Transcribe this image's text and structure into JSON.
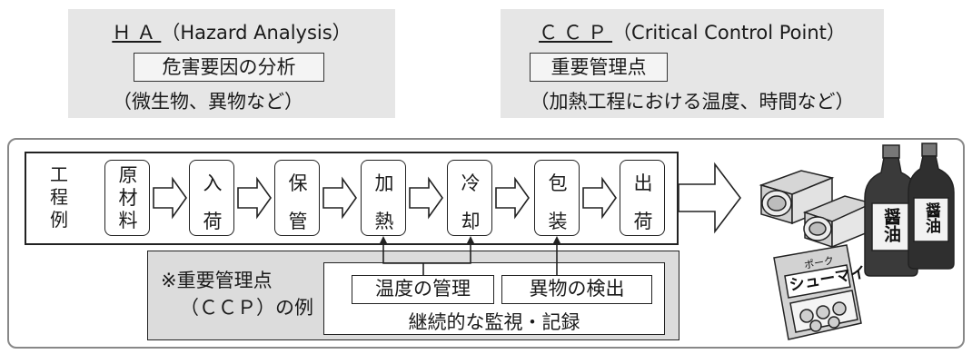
{
  "hazard_analysis": {
    "abbr": "ＨＡ",
    "full_name": "（Hazard Analysis）",
    "term": "危害要因の分析",
    "examples": "（微生物、異物など）"
  },
  "critical_control_point": {
    "abbr": "ＣＣＰ",
    "full_name": "（Critical Control Point）",
    "term": "重要管理点",
    "examples": "（加熱工程における温度、時間など）"
  },
  "process": {
    "row_label": "工程例",
    "steps": [
      {
        "label": "原材料"
      },
      {
        "label": "入荷"
      },
      {
        "label": "保管"
      },
      {
        "label": "加熱"
      },
      {
        "label": "冷却"
      },
      {
        "label": "包装"
      },
      {
        "label": "出荷"
      }
    ]
  },
  "ccp_examples": {
    "label_line1": "※重要管理点",
    "label_line2": "（ＣＣＰ）の例",
    "temperature_control": "温度の管理",
    "foreign_matter_detection": "異物の検出",
    "monitoring": "継続的な監視・記録"
  },
  "products": {
    "shumai_brand": "シューマイ",
    "shumai_tag": "ポーク",
    "soy_sauce": "醤油"
  }
}
